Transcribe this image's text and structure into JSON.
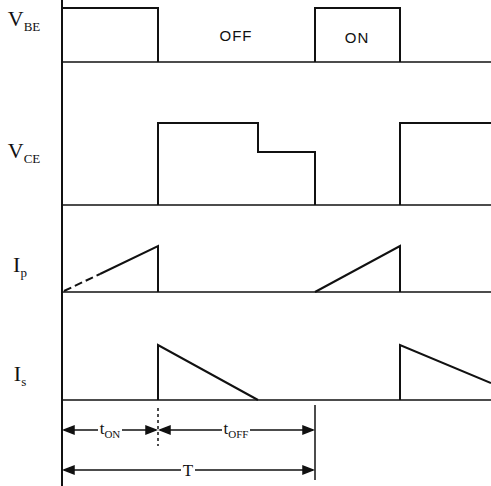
{
  "diagram": {
    "labels": [
      "VBE",
      "OFF",
      "ON",
      "VCE",
      "Ip",
      "Is",
      "tON",
      "tOFF",
      "T"
    ]
  }
}
